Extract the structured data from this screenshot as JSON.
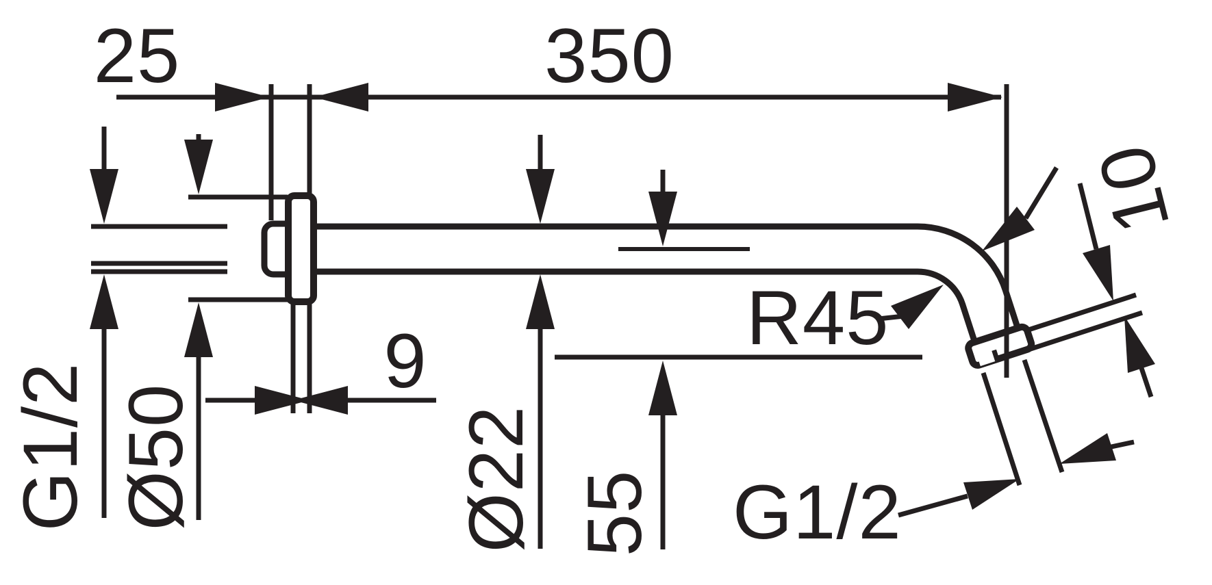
{
  "drawing": {
    "title": "Shower arm dimensional drawing",
    "subject": "wall-mounted shower arm, side elevation",
    "background_color": "#ffffff",
    "line_color": "#231f20",
    "dimensions": {
      "wall_offset": "25",
      "arm_length": "350",
      "flange_thickness": "9",
      "inlet_thread": "G1/2",
      "flange_diameter": "Ø50",
      "pipe_diameter": "Ø22",
      "outlet_drop": "55",
      "bend_radius": "R45",
      "outlet_thread": "G1/2",
      "outlet_tip_length": "10"
    }
  }
}
